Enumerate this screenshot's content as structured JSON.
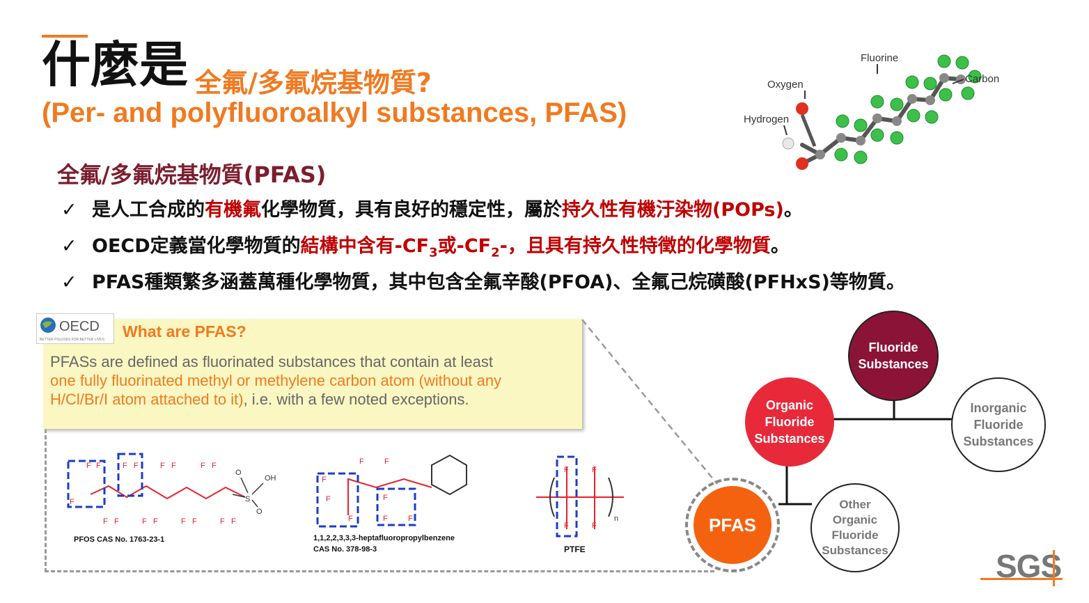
{
  "title": {
    "zh_big": "什麼是",
    "zh_rest": "全氟/多氟烷基物質?",
    "en": "(Per- and polyfluoroalkyl substances, PFAS)"
  },
  "molecule_labels": {
    "fluorine": "Fluorine",
    "oxygen": "Oxygen",
    "hydrogen": "Hydrogen",
    "carbon": "Carbon"
  },
  "subheading": "全氟/多氟烷基物質(PFAS)",
  "bullets": [
    {
      "check": "✓",
      "p1": "是人工合成的",
      "r1": "有機氟",
      "p2": "化學物質，具有良好的穩定性，屬於",
      "r2": "持久性有機汙染物(POPs)",
      "p3": "。"
    },
    {
      "check": "✓",
      "p1": "OECD定義當化學物質的",
      "r1": "結構中含有-CF",
      "sub1": "3",
      "r2": "或-CF",
      "sub2": "2",
      "r3": "-，且具有持久性特徵的化學物質",
      "p2": "。"
    },
    {
      "check": "✓",
      "text": "PFAS種類繁多涵蓋萬種化學物質，其中包含全氟辛酸(PFOA)、全氟己烷磺酸(PFHxS)等物質。"
    }
  ],
  "oecd": {
    "logo": "OECD",
    "logo_tagline": "BETTER POLICIES FOR BETTER LIVES",
    "title": "What are PFAS?",
    "text1": "PFASs are defined as fluorinated substances that contain at least",
    "text2": "one fully fluorinated methyl or methylene carbon atom (without any",
    "text3": "H/Cl/Br/I atom attached to it)",
    "text4": ", i.e. with a few noted exceptions."
  },
  "structures": {
    "pfos": "PFOS CAS No. 1763-23-1",
    "hfpb_name": "1,1,2,2,3,3,3-heptafluoropropylbenzene",
    "hfpb_cas": "CAS No. 378-98-3",
    "ptfe": "PTFE",
    "atom_f": "F",
    "atom_o": "O",
    "atom_s": "S",
    "atom_oh": "OH",
    "subscript_n": "n"
  },
  "diagram": {
    "fluoride": [
      "Fluoride",
      "Substances"
    ],
    "organic": [
      "Organic",
      "Fluoride",
      "Substances"
    ],
    "inorganic": [
      "Inorganic",
      "Fluoride",
      "Substances"
    ],
    "pfas": "PFAS",
    "other": [
      "Other",
      "Organic",
      "Fluoride",
      "Substances"
    ]
  },
  "colors": {
    "accent": "#f07a20",
    "dark_red": "#7a1e2f",
    "red": "#c00000",
    "maroon": "#8b1338",
    "organic_red": "#e8293a",
    "pfas_orange": "#f5620f",
    "dash_blue": "#1a3cc8",
    "structure_red": "#e8202a"
  },
  "brand": "SGS"
}
